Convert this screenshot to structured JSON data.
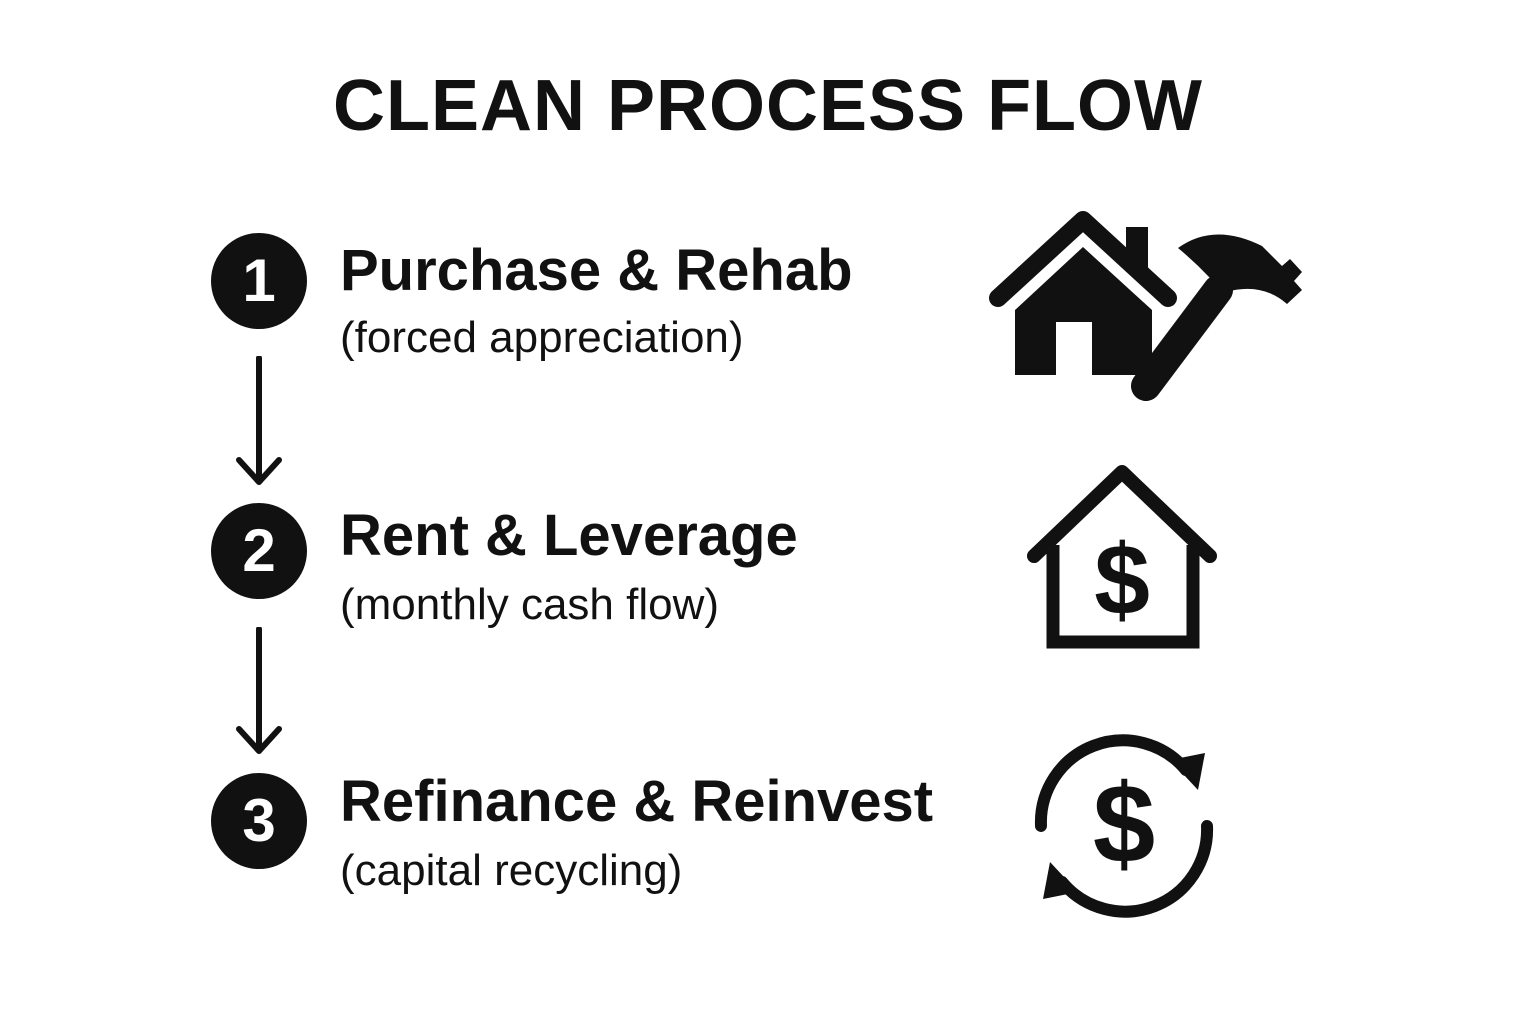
{
  "title": "CLEAN PROCESS FLOW",
  "steps": [
    {
      "number": "1",
      "title": "Purchase & Rehab",
      "subtitle": "(forced appreciation)",
      "icon": "house-hammer-icon"
    },
    {
      "number": "2",
      "title": "Rent & Leverage",
      "subtitle": "(monthly cash flow)",
      "icon": "house-dollar-icon"
    },
    {
      "number": "3",
      "title": "Refinance & Reinvest",
      "subtitle": "(capital recycling)",
      "icon": "dollar-cycle-icon"
    }
  ],
  "colors": {
    "ink": "#111111",
    "background": "#ffffff"
  }
}
